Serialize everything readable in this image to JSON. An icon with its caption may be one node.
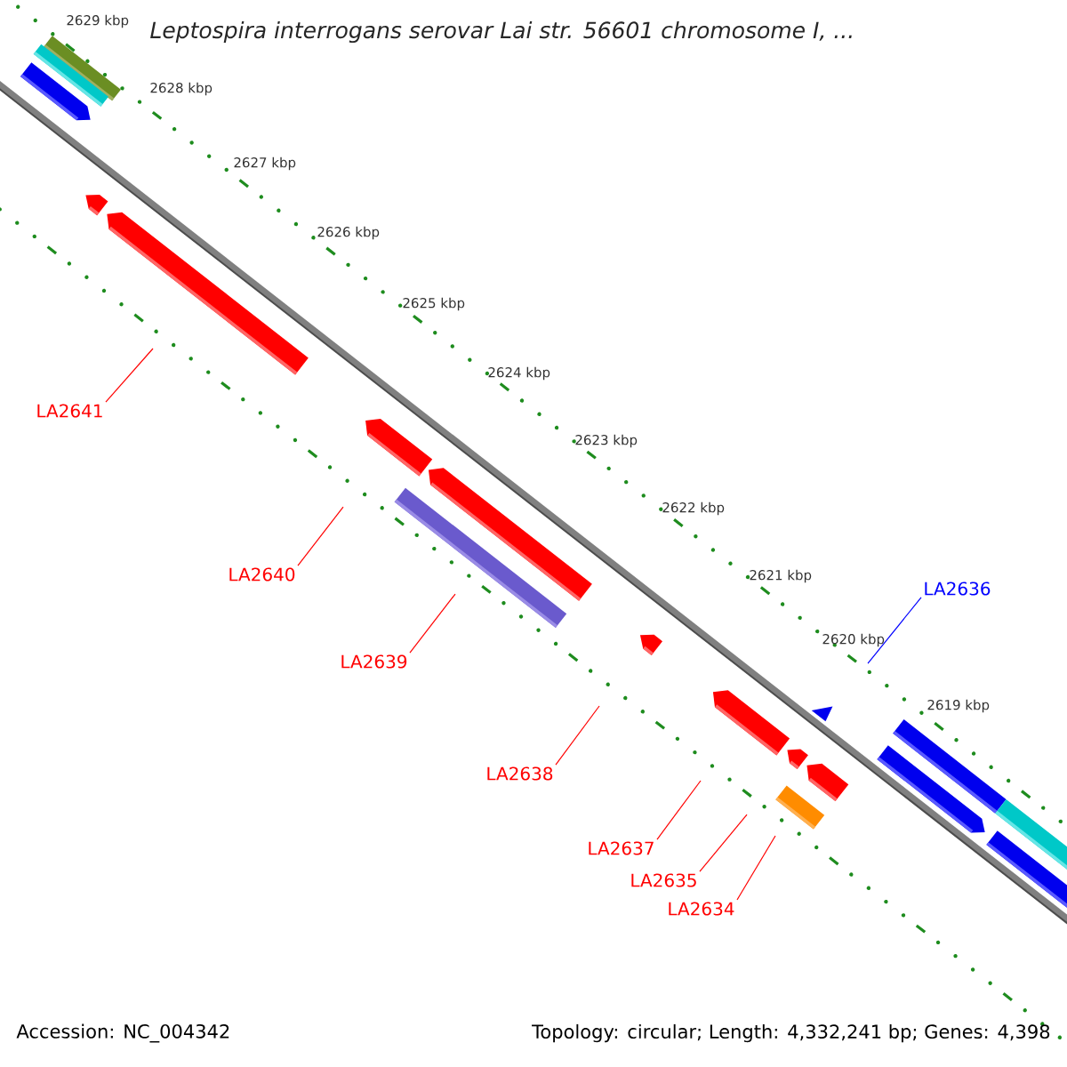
{
  "diagram": {
    "title": "Leptospira interrogans serovar Lai str. 56601 chromosome I, ...",
    "nodes": [
      {
        "text": [
          "LA2641"
        ]
      },
      {
        "text": [
          "LA2640"
        ]
      },
      {
        "text": [
          "LA2639"
        ]
      },
      {
        "text": [
          "LA2638"
        ]
      },
      {
        "text": [
          "LA2637"
        ]
      },
      {
        "text": [
          "LA2635"
        ]
      },
      {
        "text": [
          "LA2634"
        ]
      },
      {
        "text": [
          "LA2636"
        ]
      }
    ],
    "edges": [
      {
        "from": 0,
        "to": null,
        "arrow": "none"
      },
      {
        "from": 1,
        "to": null,
        "arrow": "none"
      },
      {
        "from": 2,
        "to": null,
        "arrow": "none"
      },
      {
        "from": 3,
        "to": null,
        "arrow": "none"
      },
      {
        "from": 4,
        "to": null,
        "arrow": "none"
      },
      {
        "from": 5,
        "to": null,
        "arrow": "none"
      },
      {
        "from": 6,
        "to": null,
        "arrow": "none"
      },
      {
        "from": 7,
        "to": null,
        "arrow": "none",
        "color": "#0000ff"
      }
    ],
    "labels": [
      "2629 kbp",
      "2628 kbp",
      "2627 kbp",
      "2626 kbp",
      "2625 kbp",
      "2624 kbp",
      "2623 kbp",
      "2622 kbp",
      "2621 kbp",
      "2620 kbp",
      "2619 kbp",
      "Accession: NC_004342",
      "Topology: circular; Length: 4,332,241 bp; Genes: 4,398"
    ]
  }
}
